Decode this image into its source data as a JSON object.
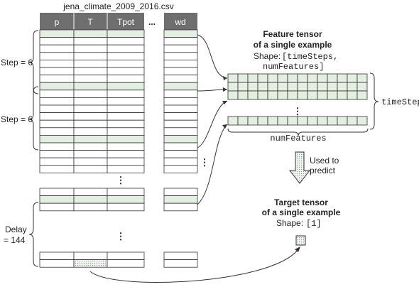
{
  "file_title": "jena_climate_2009_2016.csv",
  "columns": [
    "p",
    "T",
    "Tpot",
    "wd"
  ],
  "column_ellipsis": "...",
  "row_ellipsis": "⋮",
  "step_label_1": "Step = 6",
  "step_label_2": "Step = 6",
  "delay_label_line1": "Delay",
  "delay_label_line2": "= 144",
  "feature_tensor": {
    "title_line1": "Feature tensor",
    "title_line2": "of a single example",
    "shape_prefix": "Shape:",
    "shape_line1": "[timeSteps,",
    "shape_line2": "numFeatures]",
    "time_steps_label": "timeSteps",
    "num_features_label": "numFeatures"
  },
  "used_to_predict_line1": "Used to",
  "used_to_predict_line2": "predict",
  "target_tensor": {
    "title_line1": "Target tensor",
    "title_line2": "of a single example",
    "shape_prefix": "Shape:",
    "shape_value": "[1]"
  },
  "colors": {
    "header_fill": "#6e6e6e",
    "highlight_fill": "#e3efe0",
    "target_fill": "#cfd8cf",
    "line": "#333333"
  }
}
